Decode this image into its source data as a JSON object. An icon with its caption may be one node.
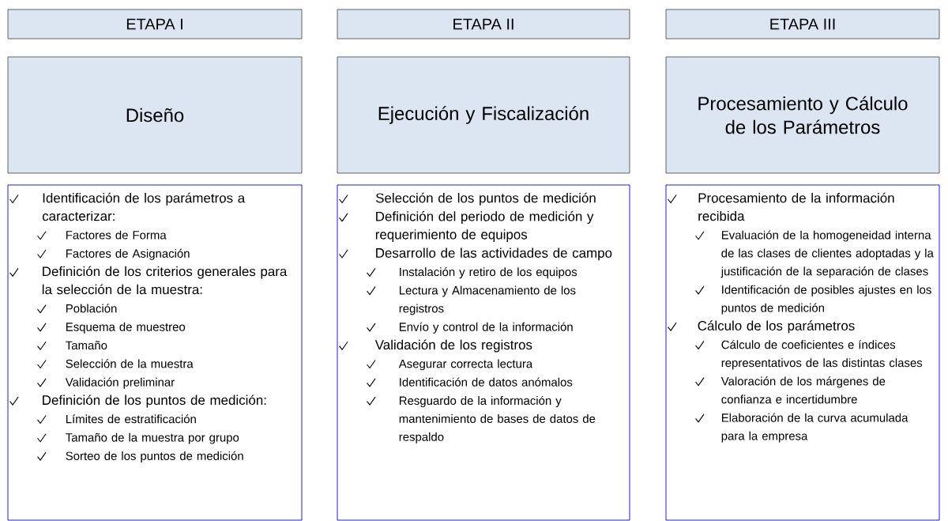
{
  "diagram": {
    "nodes": [
      {
        "text": [
          "ETAPA I"
        ]
      },
      {
        "text": [
          "ETAPA II"
        ]
      },
      {
        "text": [
          "ETAPA III"
        ]
      },
      {
        "text": [
          "Diseño"
        ]
      },
      {
        "text": [
          "Ejecución y Fiscalización"
        ]
      },
      {
        "text": [
          "Procesamiento y Cálculo de los Parámetros"
        ]
      },
      {
        "text": [
          "Identificación de los parámetros a caracterizar:",
          "Factores de Forma",
          "Factores de Asignación",
          "Definición de los criterios generales para la selección de la muestra:",
          "Población",
          "Esquema de muestreo",
          "Tamaño",
          "Selección de la muestra",
          "Validación preliminar",
          "Definición de los puntos de medición:",
          "Límites de estratificación",
          "Tamaño de la muestra por grupo",
          "Sorteo de los puntos de medición"
        ]
      },
      {
        "text": [
          "Selección de los puntos de medición",
          "Definición del periodo de medición y requerimiento de equipos",
          "Desarrollo de las actividades de campo",
          "Instalación y retiro de los equipos",
          "Lectura y Almacenamiento de los registros",
          "Envío y control de la información",
          "Validación de los registros",
          "Asegurar correcta lectura",
          "Identificación de datos anómalos",
          "Resguardo de la información y mantenimiento de bases de datos de respaldo"
        ]
      },
      {
        "text": [
          "Procesamiento de la información recibida",
          "Evaluación de la homogeneidad interna de las clases de clientes adoptadas y la justificación de la separación de clases",
          "Identificación de posibles ajustes en los puntos de medición",
          "Cálculo de los parámetros",
          "Cálculo de coeficientes e índices representativos de las distintas clases",
          "Valoración de los márgenes de confianza e incertidumbre",
          "Elaboración de la curva acumulada para la empresa"
        ]
      }
    ]
  }
}
